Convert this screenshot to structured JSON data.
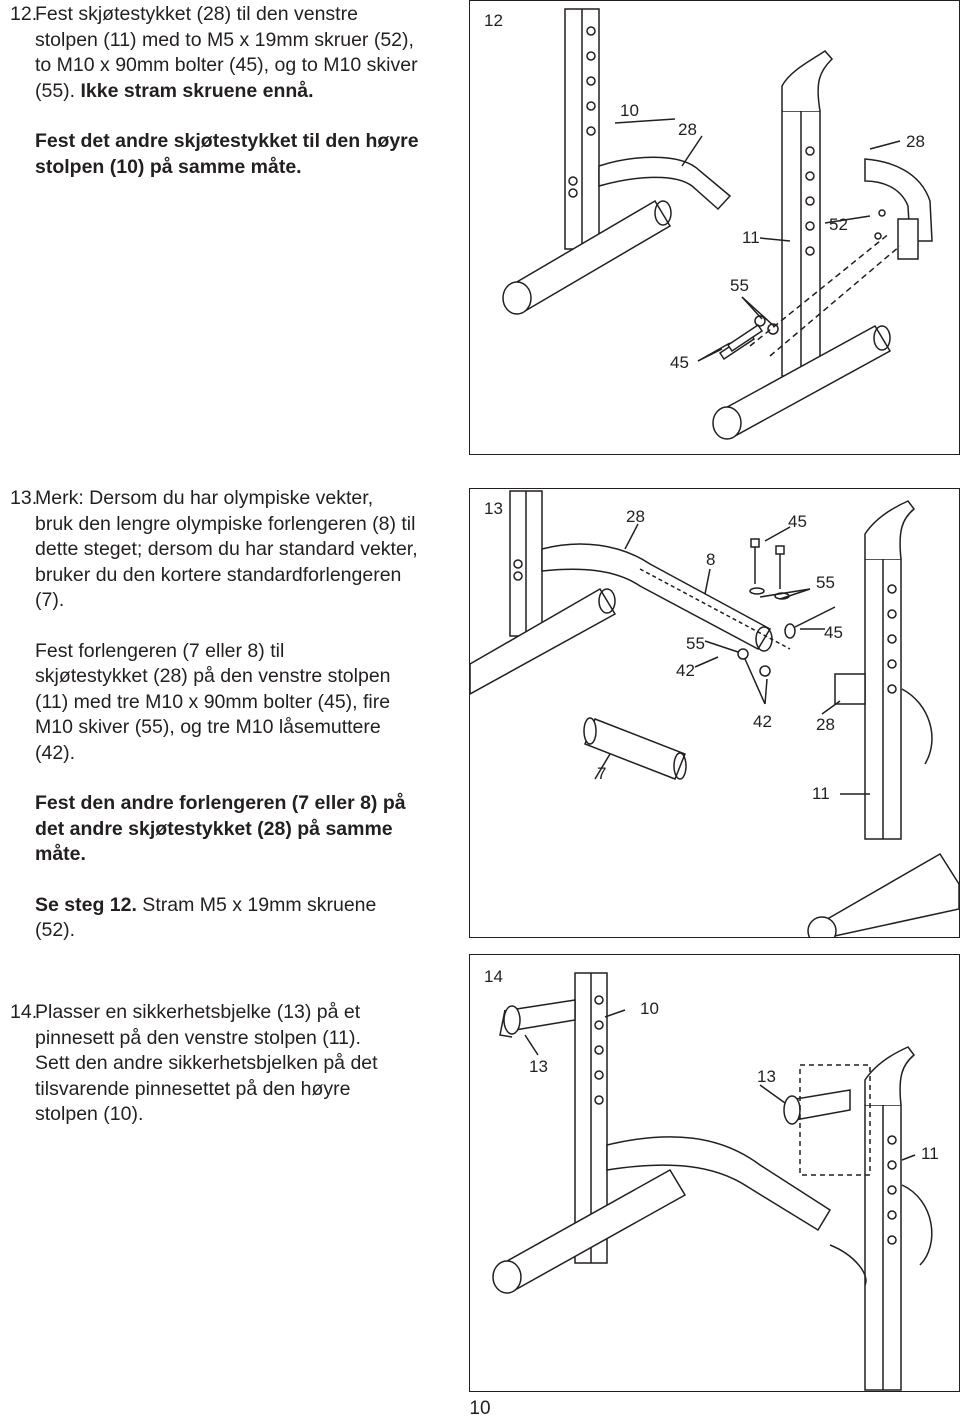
{
  "steps": {
    "s12": {
      "number": "12.",
      "lines": [
        "Fest skjøtestykket (28) til den venstre",
        "stolpen (11) med to M5 x 19mm skruer (52),",
        "to M10 x 90mm bolter (45), og to M10 skiver"
      ],
      "line4_normal": "(55). ",
      "line4_bold": "Ikke stram skruene ennå.",
      "bold_lines": [
        "Fest det andre skjøtestykket til den høyre",
        "stolpen (10) på samme måte."
      ]
    },
    "s13": {
      "number": "13.",
      "note_lines": [
        "Merk: Dersom du har olympiske vekter,",
        "bruk den lengre olympiske forlengeren (8) til",
        "dette steget; dersom du har standard vekter,",
        "bruker du den kortere standardforlengeren",
        "(7)."
      ],
      "body_lines": [
        "Fest forlengeren (7 eller 8) til",
        "skjøtestykket (28) på den venstre stolpen",
        "(11) med tre M10 x 90mm bolter (45), fire",
        "M10 skiver (55), og tre M10 låsemuttere",
        "(42)."
      ],
      "bold_lines": [
        "Fest den andre forlengeren (7 eller 8) på",
        "det andre skjøtestykket (28) på samme",
        "måte."
      ],
      "see_bold": "Se steg 12.",
      "see_rest": " Stram M5 x 19mm skruene",
      "see_line2": "(52)."
    },
    "s14": {
      "number": "14.",
      "lines": [
        "Plasser en sikkerhetsbjelke (13) på et",
        "pinnesett på den venstre stolpen (11).",
        "Sett den andre sikkerhetsbjelken på det",
        "tilsvarende pinnesettet på den høyre",
        "stolpen (10)."
      ]
    }
  },
  "figures": {
    "fig12": {
      "step": "12",
      "labels": {
        "l10": "10",
        "l28a": "28",
        "l28b": "28",
        "l11": "11",
        "l52": "52",
        "l55": "55",
        "l45": "45"
      }
    },
    "fig13": {
      "step": "13",
      "labels": {
        "l28": "28",
        "l45a": "45",
        "l8": "8",
        "l55a": "55",
        "l45b": "45",
        "l55b": "55",
        "l42a": "42",
        "l42b": "42",
        "l28b": "28",
        "l7": "7",
        "l11": "11"
      }
    },
    "fig14": {
      "step": "14",
      "labels": {
        "l10": "10",
        "l13a": "13",
        "l13b": "13",
        "l11": "11"
      }
    }
  },
  "page_number": "10"
}
